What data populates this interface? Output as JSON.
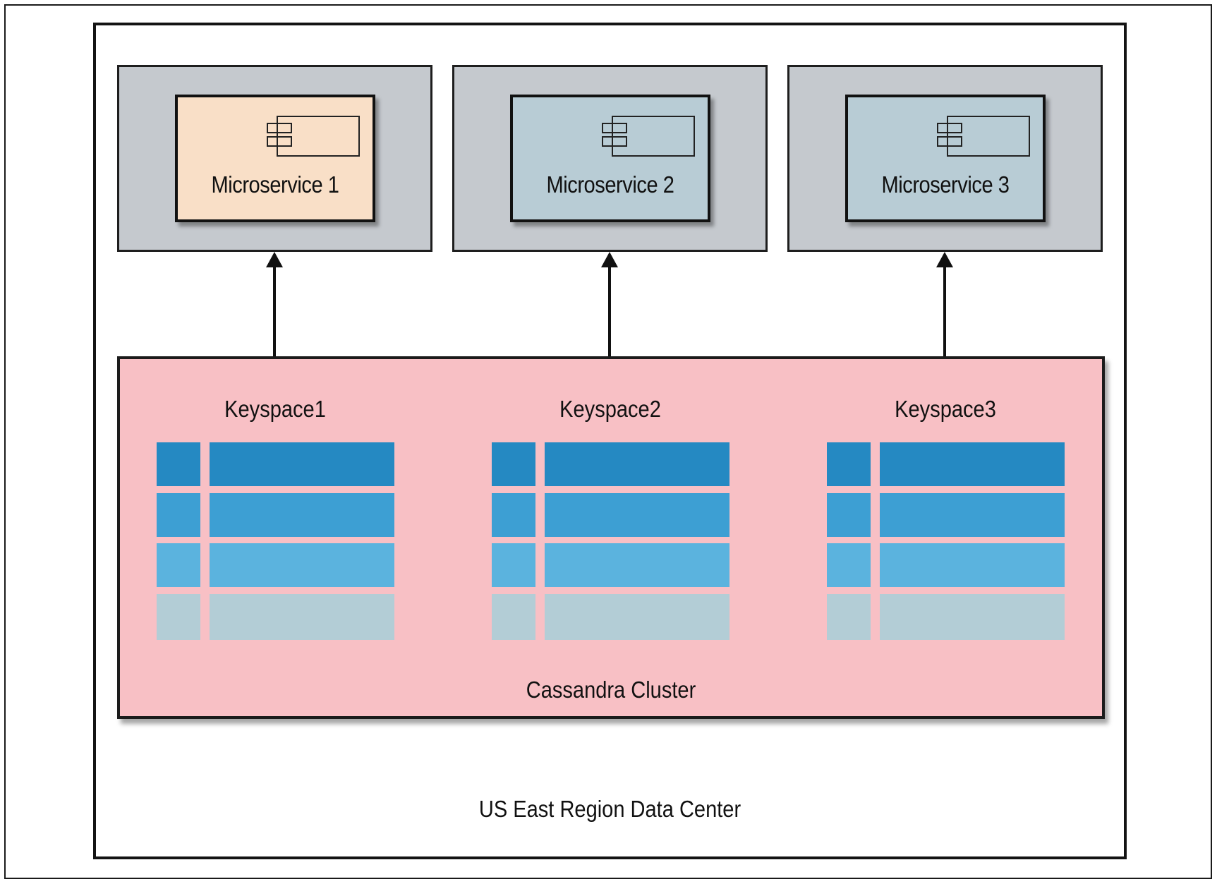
{
  "datacenter": {
    "label": "US East Region Data Center"
  },
  "microservices": [
    {
      "label": "Microservice 1",
      "color": "#f9dfc7"
    },
    {
      "label": "Microservice 2",
      "color": "#b8ccd5"
    },
    {
      "label": "Microservice 3",
      "color": "#b8ccd5"
    }
  ],
  "cluster": {
    "label": "Cassandra Cluster",
    "color": "#f8c0c5",
    "keyspaces": [
      {
        "label": "Keyspace1"
      },
      {
        "label": "Keyspace2"
      },
      {
        "label": "Keyspace3"
      }
    ],
    "row_colors": [
      "#2589c2",
      "#3d9fd3",
      "#5bb3de",
      "#b3cdd6"
    ]
  },
  "colors": {
    "host_box": "#c5c9ce",
    "line": "#111111"
  }
}
